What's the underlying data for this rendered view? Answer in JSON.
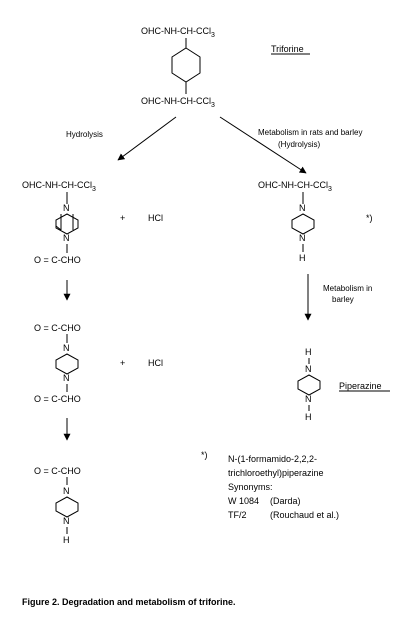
{
  "diagram": {
    "caption": "Figure 2.  Degradation and metabolism of triforine.",
    "nodes": {
      "triforine": {
        "top_chain": "OHC-NH-CH-CCl",
        "top_sub": "3",
        "bottom_chain": "OHC-NH-CH-CCl",
        "bottom_sub": "3",
        "label": "Triforine"
      },
      "hydrolysis_product": {
        "top_chain": "OHC-NH-CH-CCl",
        "top_sub": "3",
        "n_top": "N",
        "n_bottom": "N",
        "bottom_group": "O = C-CHO",
        "plus": "+",
        "byproduct": "HCl"
      },
      "metabolite": {
        "top_chain": "OHC-NH-CH-CCl",
        "top_sub": "3",
        "n_top": "N",
        "n_bottom": "N",
        "h_bottom": "H",
        "footnote_mark": "*)"
      },
      "dioxo_product": {
        "top_group": "O = C-CHO",
        "n_top": "N",
        "n_bottom": "N",
        "bottom_group": "O = C-CHO",
        "plus": "+",
        "byproduct": "HCl"
      },
      "mono_oxo_product": {
        "top_group": "O = C-CHO",
        "n_top": "N",
        "n_bottom": "N",
        "h_bottom": "H"
      },
      "piperazine": {
        "h_top": "H",
        "n_top": "N",
        "n_bottom": "N",
        "h_bottom": "H",
        "label": "Piperazine"
      }
    },
    "edges": {
      "hydrolysis": {
        "label": "Hydrolysis"
      },
      "metabolism_rats_barley": {
        "label_line1": "Metabolism in rats and barley",
        "label_line2": "(Hydrolysis)"
      },
      "metabolism_barley": {
        "label_line1": "Metabolism in",
        "label_line2": "barley"
      }
    },
    "footnote": {
      "mark": "*)",
      "line1": "N-(1-formamido-2,2,2-",
      "line2": "trichloroethyl)piperazine",
      "line3": "Synonyms:",
      "syn1_code": "W  1084",
      "syn1_source": "(Darda)",
      "syn2_code": "TF/2",
      "syn2_source": "(Rouchaud et al.)"
    }
  }
}
